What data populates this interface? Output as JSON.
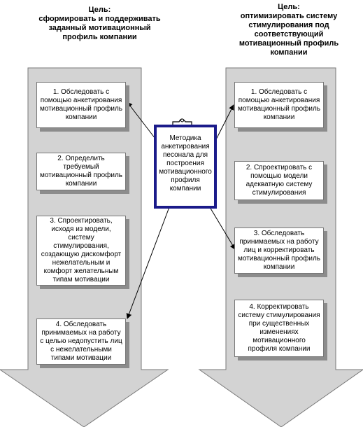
{
  "left_goal": {
    "label": "Цель:",
    "text": "сформировать и поддерживать заданный мотивационный профиль компании"
  },
  "right_goal": {
    "label": "Цель:",
    "text": "оптимизировать систему стимулирования под соответствующий мотивационный профиль компании"
  },
  "center": {
    "text": "Методика анкетирования песонала для построения мотивационного профиля компании"
  },
  "left_steps": [
    "1. Обследовать с помощью анкетирования мотивационный профиль компании",
    "2. Определить требуемый мотивационный профиль компании",
    "3. Спроектировать, исходя из модели, систему стимулирования, создающую дискомфорт нежелательным и комфорт желательным типам мотивации",
    "4. Обследовать принимаемых на работу с целью недопустить лиц с нежелательными типами мотивации"
  ],
  "right_steps": [
    "1. Обследовать с помощью анкетирования мотивационный профиль компании",
    "2. Спроектировать с помощью модели адекватную систему стимулирования",
    "3. Обследовать принимаемых на работу лиц и корректировать мотивационный профиль компании",
    "4. Корректировать систему стимулирования при существенных изменениях мотивационного профиля компании"
  ],
  "colors": {
    "column_fill": "#d3d3d3",
    "column_stroke": "#7a7a7a",
    "clipboard_border": "#1b1b8a",
    "step_shadow": "#8c8c8c"
  }
}
